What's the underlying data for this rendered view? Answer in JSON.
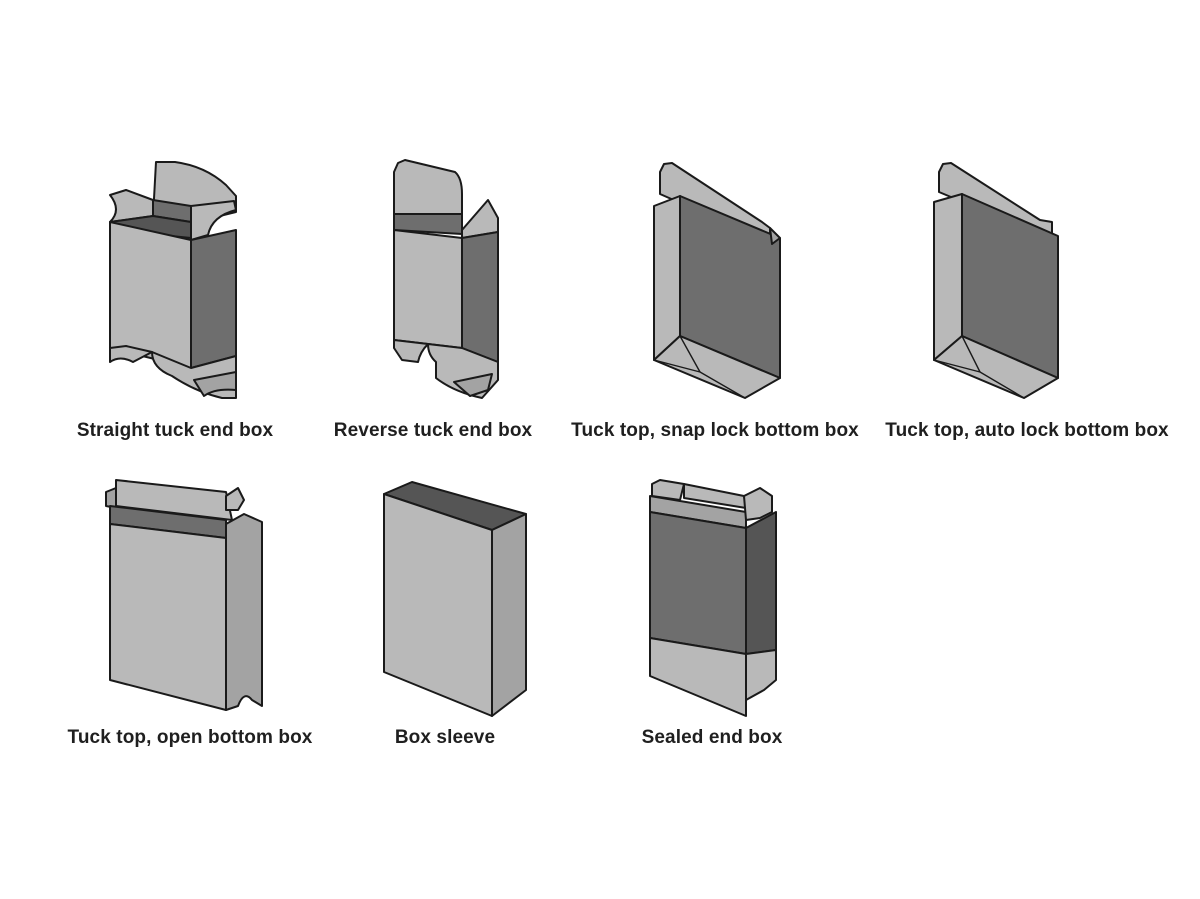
{
  "colors": {
    "background": "#ffffff",
    "outline": "#1a1a1a",
    "panel_light": "#b9b9b9",
    "panel_mid": "#a3a3a3",
    "panel_dark": "#6e6e6e",
    "panel_darker": "#555555",
    "caption_text": "#1f1f1f"
  },
  "box_styles": [
    {
      "id": "straight-tuck-end",
      "label": "Straight tuck end box"
    },
    {
      "id": "reverse-tuck-end",
      "label": "Reverse tuck end box"
    },
    {
      "id": "tuck-top-snap-lock",
      "label": "Tuck top, snap lock bottom box"
    },
    {
      "id": "tuck-top-auto-lock",
      "label": "Tuck top, auto lock bottom box"
    },
    {
      "id": "tuck-top-open-bottom",
      "label": "Tuck top, open bottom box"
    },
    {
      "id": "box-sleeve",
      "label": "Box sleeve"
    },
    {
      "id": "sealed-end",
      "label": "Sealed end box"
    }
  ]
}
